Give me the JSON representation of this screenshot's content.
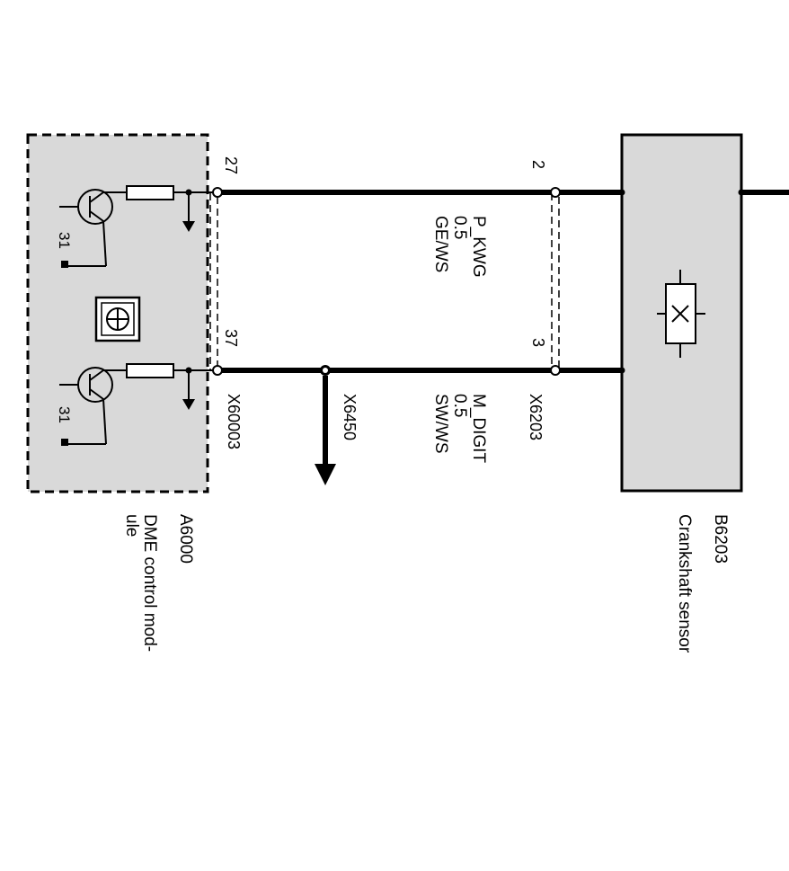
{
  "dme_module": {
    "code": "A6000",
    "name_line1": "DME control mod-",
    "name_line2": "ule",
    "ground_1": "31",
    "ground_2": "31"
  },
  "crank_sensor": {
    "code": "B6203",
    "name": "Crankshaft sensor"
  },
  "connectors": {
    "dme": "X60003",
    "sensor": "X6203",
    "branch": "X6450"
  },
  "pins": {
    "dme_upper": "27",
    "dme_lower": "37",
    "sensor_upper": "2",
    "sensor_lower": "3"
  },
  "wires": {
    "upper": {
      "signal": "P_KWG",
      "size": "0.5",
      "color": "GE/WS"
    },
    "lower": {
      "signal": "M_DIGIT",
      "size": "0.5",
      "color": "SW/WS"
    }
  }
}
